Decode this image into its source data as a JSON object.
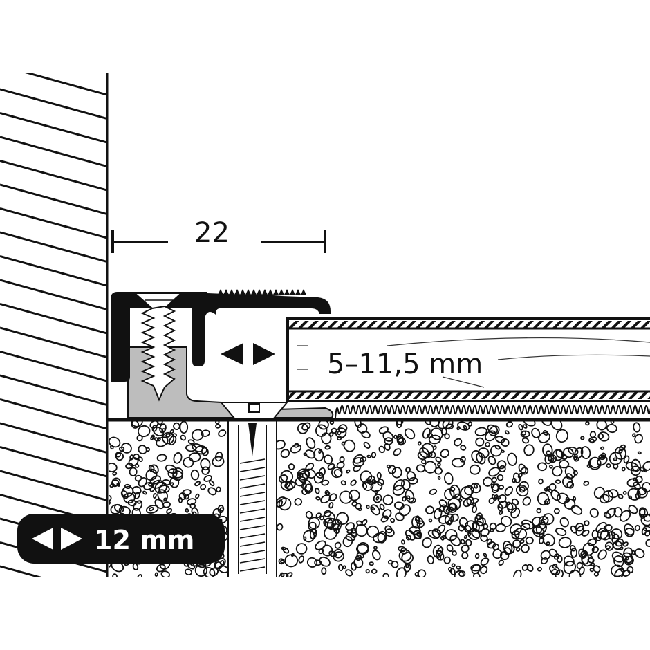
{
  "dimension_width": "22",
  "thickness_range": "5–11,5 mm",
  "badge": {
    "label": "12 mm",
    "icon": "double-arrow-icon"
  },
  "adjust_icon": "double-arrow-icon",
  "colors": {
    "ink": "#111111",
    "anchor_gray": "#bdbdbd",
    "background": "#ffffff"
  }
}
